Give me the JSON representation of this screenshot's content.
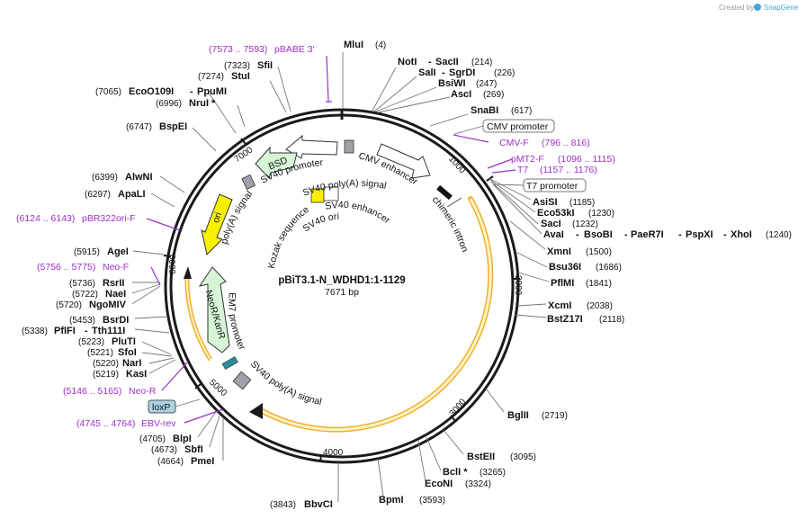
{
  "watermark": {
    "created_by": "Created by",
    "brand": "SnapGene"
  },
  "map": {
    "title": "pBiT3.1-N_WDHD1:1-1129",
    "length_label": "7671 bp"
  },
  "colors": {
    "backbone": "#1a1a1a",
    "primer": "#9b30c8",
    "orf_fill": "#fff3c4",
    "orf_stroke": "#f0b030",
    "selectable": "#d6f5d6",
    "yellow": "#f7f000",
    "grey": "#a0a0a8",
    "loxp": "#a9d4e4"
  },
  "ticks": [
    "1000",
    "2000",
    "3000",
    "4000",
    "5000",
    "6000",
    "7000"
  ],
  "sites": [
    {
      "name": "MluI",
      "pos": "(4)"
    },
    {
      "name": "NotI",
      "sep": "-",
      "name2": "SacII",
      "pos": "(214)"
    },
    {
      "name": "SalI",
      "sep": "-",
      "name2": "SgrDI",
      "pos": "(226)"
    },
    {
      "name": "BsiWI",
      "pos": "(247)"
    },
    {
      "name": "AscI",
      "pos": "(269)"
    },
    {
      "name": "SnaBI",
      "pos": "(617)"
    },
    {
      "name": "AsiSI",
      "pos": "(1185)"
    },
    {
      "name": "Eco53kI",
      "pos": "(1230)"
    },
    {
      "name": "SacI",
      "pos": "(1232)"
    },
    {
      "name": "AvaI",
      "sep": "-",
      "name2": "BsoBI",
      "sep2": "-",
      "name3": "PaeR7I",
      "sep3": "-",
      "name4": "PspXI",
      "sep4": "-",
      "name5": "XhoI",
      "pos": "(1240)"
    },
    {
      "name": "XmnI",
      "pos": "(1500)"
    },
    {
      "name": "Bsu36I",
      "pos": "(1686)"
    },
    {
      "name": "PflMI",
      "pos": "(1841)"
    },
    {
      "name": "XcmI",
      "pos": "(2038)"
    },
    {
      "name": "BstZ17I",
      "pos": "(2118)"
    },
    {
      "name": "BglII",
      "pos": "(2719)"
    },
    {
      "name": "BstEII",
      "pos": "(3095)"
    },
    {
      "name": "BclI *",
      "pos": "(3265)"
    },
    {
      "name": "EcoNI",
      "pos": "(3324)"
    },
    {
      "name": "BpmI",
      "pos": "(3593)"
    },
    {
      "name": "BbvCI",
      "pos": "(3843)"
    },
    {
      "name": "PmeI",
      "pos": "(4664)"
    },
    {
      "name": "SbfI",
      "pos": "(4673)"
    },
    {
      "name": "BlpI",
      "pos": "(4705)"
    },
    {
      "name": "KasI",
      "pos": "(5219)"
    },
    {
      "name": "NarI",
      "pos": "(5220)"
    },
    {
      "name": "SfoI",
      "pos": "(5221)"
    },
    {
      "name": "PluTI",
      "pos": "(5223)"
    },
    {
      "name": "PflFI",
      "sep": "-",
      "name2": "Tth111I",
      "pos": "(5338)"
    },
    {
      "name": "BsrDI",
      "pos": "(5453)"
    },
    {
      "name": "NgoMIV",
      "pos": "(5720)"
    },
    {
      "name": "NaeI",
      "pos": "(5722)"
    },
    {
      "name": "RsrII",
      "pos": "(5736)"
    },
    {
      "name": "AgeI",
      "pos": "(5915)"
    },
    {
      "name": "ApaLI",
      "pos": "(6297)"
    },
    {
      "name": "AlwNI",
      "pos": "(6399)"
    },
    {
      "name": "BspEI",
      "pos": "(6747)"
    },
    {
      "name": "NruI *",
      "pos": "(6996)"
    },
    {
      "name": "EcoO109I",
      "sep": "-",
      "name2": "PpuMI",
      "pos": "(7065)"
    },
    {
      "name": "StuI",
      "pos": "(7274)"
    },
    {
      "name": "SfiI",
      "pos": "(7323)"
    }
  ],
  "primers": [
    {
      "range": "(7573 .. 7593)",
      "name": "pBABE 3'"
    },
    {
      "name": "CMV-F",
      "range": "(796 .. 816)"
    },
    {
      "name": "pMT2-F",
      "range": "(1096 .. 1115)"
    },
    {
      "name": "T7",
      "range": "(1157 .. 1176)"
    },
    {
      "range": "(6124 .. 6143)",
      "name": "pBR322ori-F"
    },
    {
      "range": "(5756 .. 5775)",
      "name": "Neo-F"
    },
    {
      "range": "(5146 .. 5165)",
      "name": "Neo-R"
    },
    {
      "range": "(4745 .. 4764)",
      "name": "EBV-rev"
    }
  ],
  "boxed_features": [
    "CMV promoter",
    "T7 promoter",
    "loxP"
  ],
  "features": {
    "bsd": "BSD",
    "sv40_promoter": "SV40 promoter",
    "cmv_enhancer": "CMV enhancer",
    "sv40_polya_top": "SV40 poly(A) signal",
    "polya_signal": "poly(A) signal",
    "ori": "ori",
    "kozak": "Kozak sequence",
    "sv40_enhancer": "SV40 enhancer",
    "sv40_ori": "SV40 ori",
    "chimeric_intron": "chimeric intron",
    "em7_promoter": "EM7 promoter",
    "neo": "NeoR/KanR",
    "sv40_polya_bottom": "SV40 poly(A) signal"
  }
}
